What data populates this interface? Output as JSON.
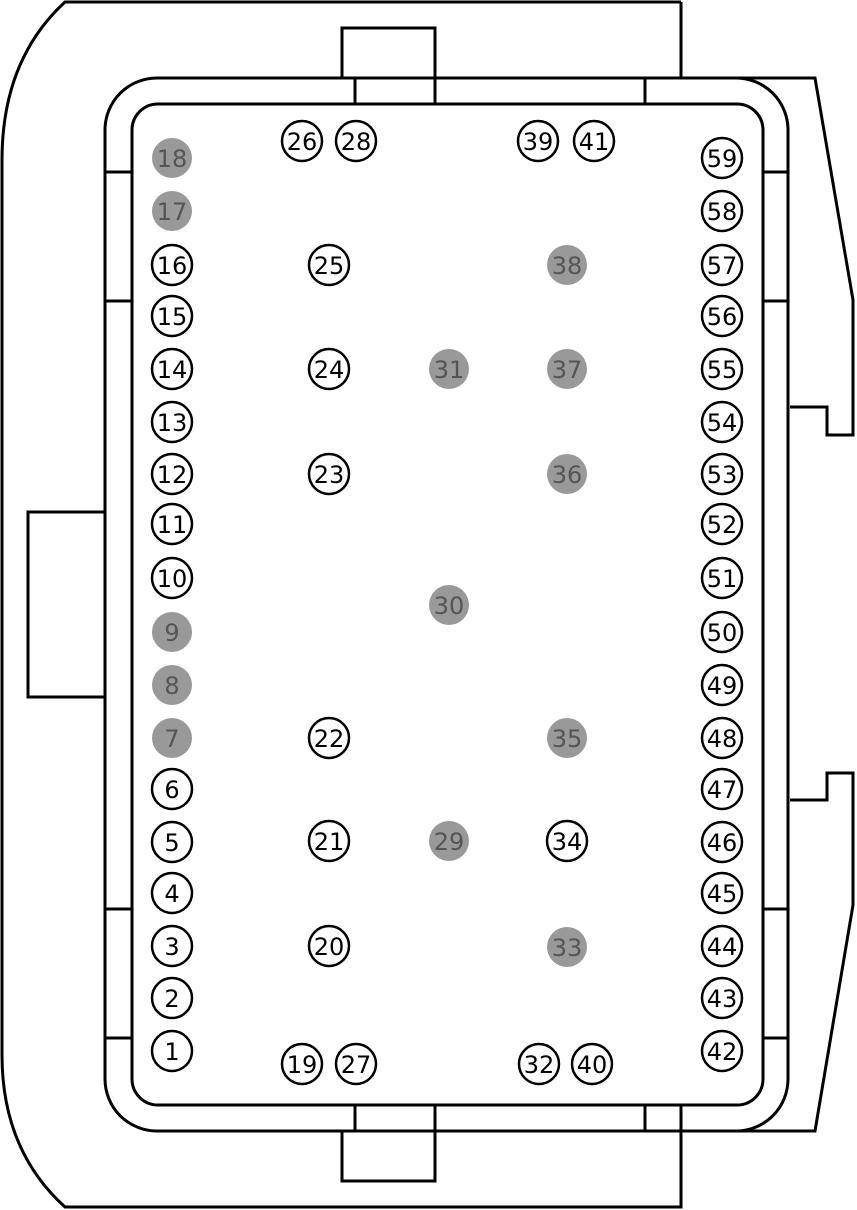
{
  "connector": {
    "pins": [
      {
        "label": "1",
        "filled": false
      },
      {
        "label": "2",
        "filled": false
      },
      {
        "label": "3",
        "filled": false
      },
      {
        "label": "4",
        "filled": false
      },
      {
        "label": "5",
        "filled": false
      },
      {
        "label": "6",
        "filled": false
      },
      {
        "label": "7",
        "filled": true
      },
      {
        "label": "8",
        "filled": true
      },
      {
        "label": "9",
        "filled": true
      },
      {
        "label": "10",
        "filled": false
      },
      {
        "label": "11",
        "filled": false
      },
      {
        "label": "12",
        "filled": false
      },
      {
        "label": "13",
        "filled": false
      },
      {
        "label": "14",
        "filled": false
      },
      {
        "label": "15",
        "filled": false
      },
      {
        "label": "16",
        "filled": false
      },
      {
        "label": "17",
        "filled": true
      },
      {
        "label": "18",
        "filled": true
      },
      {
        "label": "19",
        "filled": false
      },
      {
        "label": "20",
        "filled": false
      },
      {
        "label": "21",
        "filled": false
      },
      {
        "label": "22",
        "filled": false
      },
      {
        "label": "23",
        "filled": false
      },
      {
        "label": "24",
        "filled": false
      },
      {
        "label": "25",
        "filled": false
      },
      {
        "label": "26",
        "filled": false
      },
      {
        "label": "27",
        "filled": false
      },
      {
        "label": "28",
        "filled": false
      },
      {
        "label": "29",
        "filled": true
      },
      {
        "label": "30",
        "filled": true
      },
      {
        "label": "31",
        "filled": true
      },
      {
        "label": "32",
        "filled": false
      },
      {
        "label": "33",
        "filled": true
      },
      {
        "label": "34",
        "filled": false
      },
      {
        "label": "35",
        "filled": true
      },
      {
        "label": "36",
        "filled": true
      },
      {
        "label": "37",
        "filled": true
      },
      {
        "label": "38",
        "filled": true
      },
      {
        "label": "39",
        "filled": false
      },
      {
        "label": "40",
        "filled": false
      },
      {
        "label": "41",
        "filled": false
      },
      {
        "label": "42",
        "filled": false
      },
      {
        "label": "43",
        "filled": false
      },
      {
        "label": "44",
        "filled": false
      },
      {
        "label": "45",
        "filled": false
      },
      {
        "label": "46",
        "filled": false
      },
      {
        "label": "47",
        "filled": false
      },
      {
        "label": "48",
        "filled": false
      },
      {
        "label": "49",
        "filled": false
      },
      {
        "label": "50",
        "filled": false
      },
      {
        "label": "51",
        "filled": false
      },
      {
        "label": "52",
        "filled": false
      },
      {
        "label": "53",
        "filled": false
      },
      {
        "label": "54",
        "filled": false
      },
      {
        "label": "55",
        "filled": false
      },
      {
        "label": "56",
        "filled": false
      },
      {
        "label": "57",
        "filled": false
      },
      {
        "label": "58",
        "filled": false
      },
      {
        "label": "59",
        "filled": false
      }
    ]
  }
}
